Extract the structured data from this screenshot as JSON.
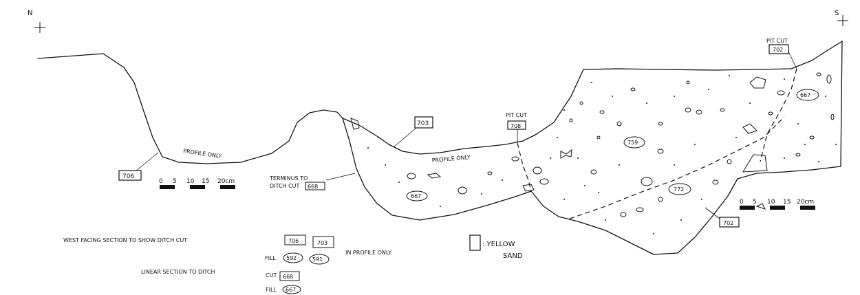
{
  "compass": {
    "north": "N",
    "south": "S"
  },
  "labels": {
    "profile_only_left": "PROFILE ONLY",
    "profile_only_mid": "PROFILE ONLY",
    "terminus": [
      "TERMINUS TO",
      "DITCH CUT"
    ],
    "pit_cut_mid": "PIT CUT",
    "pit_cut_right": "PIT CUT"
  },
  "contexts": {
    "c706": "706",
    "c703": "703",
    "c668": "668",
    "c667_left": "667",
    "c708": "708",
    "c759": "759",
    "c772": "772",
    "c702_top": "702",
    "c667_right": "667",
    "c702_bottom": "702"
  },
  "scale_left": {
    "ticks": [
      "0",
      "5",
      "10",
      "15",
      "20cm"
    ]
  },
  "scale_right": {
    "ticks": [
      "0",
      "5",
      "10",
      "15",
      "20cm"
    ]
  },
  "legend": {
    "symbol_text": ": YELLOW",
    "symbol_text2": "SAND"
  },
  "notes": {
    "line1_text": "WEST FACING SECTION TO SHOW DITCH CUT",
    "line1_cut_a": "706",
    "line1_cut_b": "703",
    "line2_prefix": "FILL",
    "line2_fill_a": "592",
    "line2_fill_b": "591",
    "line2_suffix": "IN PROFILE ONLY",
    "line3_text": "LINEAR SECTION TO DITCH",
    "line3_cut_label": "CUT",
    "line3_cut": "668",
    "line4_prefix": "FILL",
    "line4_fill": "667"
  }
}
